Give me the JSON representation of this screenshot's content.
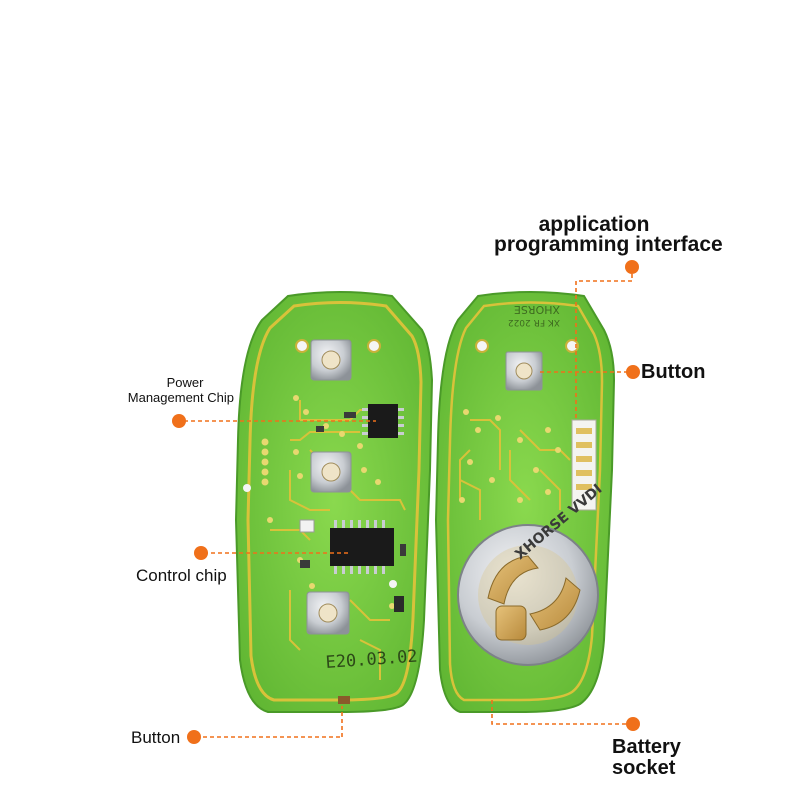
{
  "labels": {
    "power_line1": "Power",
    "power_line2": "Management Chip",
    "control_chip": "Control chip",
    "button_left": "Button",
    "api_line1": "application",
    "api_line2": "programming interface",
    "button_right": "Button",
    "battery_line1": "Battery",
    "battery_line2": "socket"
  },
  "board_markings": {
    "date_code": "E20.03.02",
    "battery_brand": "XHORSE VVDI"
  },
  "colors": {
    "board_green": "#6cc63a",
    "board_light": "#8ad94e",
    "trace_gold": "#d8c23a",
    "callout_orange": "#f0701a",
    "chip_black": "#1a1a1a",
    "metal_silver": "#c9cdd2"
  }
}
